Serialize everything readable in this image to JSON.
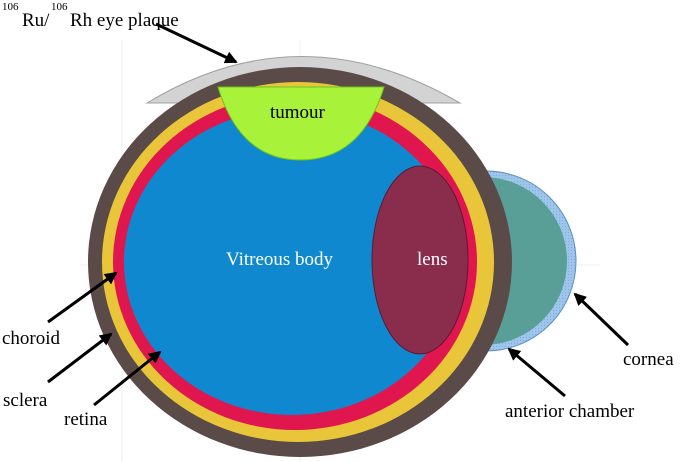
{
  "title": {
    "sup1": "106",
    "part1": "Ru/",
    "sup2": "106",
    "part2": "Rh eye plaque"
  },
  "regions": {
    "tumour": "tumour",
    "vitreous": "Vitreous body",
    "lens": "lens"
  },
  "labels": {
    "choroid": "choroid",
    "sclera": "sclera",
    "retina": "retina",
    "cornea": "cornea",
    "anterior_chamber": "anterior chamber"
  },
  "colors": {
    "plaque": "#d3d3d3",
    "sclera": "#5a4a48",
    "choroid": "#e9c53a",
    "retina": "#e0164e",
    "vitreous": "#0f88cf",
    "tumour": "#a8f23a",
    "lens": "#8a2c4c",
    "anterior_chamber": "#5a9e98",
    "cornea": "#9fc6ea"
  }
}
